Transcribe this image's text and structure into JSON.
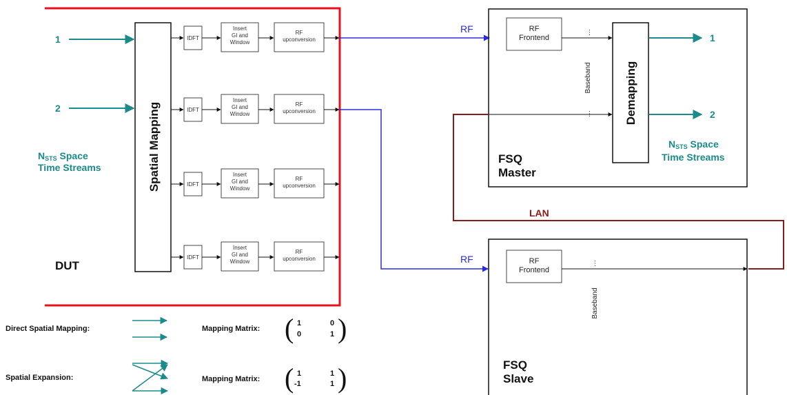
{
  "dut": {
    "label": "DUT",
    "spatial_mapping_label": "Spatial Mapping",
    "inputs": [
      "1",
      "2"
    ],
    "streams_label_line1": "N",
    "streams_label_sub": "STS",
    "streams_label_rest": " Space",
    "streams_label_line2": "Time Streams",
    "chains": [
      {
        "idft": "IDFT",
        "gi_line1": "Insert",
        "gi_line2": "GI and",
        "gi_line3": "Window",
        "rf_line1": "RF",
        "rf_line2": "upconversion"
      },
      {
        "idft": "IDFT",
        "gi_line1": "Insert",
        "gi_line2": "GI and",
        "gi_line3": "Window",
        "rf_line1": "RF",
        "rf_line2": "upconversion"
      },
      {
        "idft": "IDFT",
        "gi_line1": "Insert",
        "gi_line2": "GI and",
        "gi_line3": "Window",
        "rf_line1": "RF",
        "rf_line2": "upconversion"
      },
      {
        "idft": "IDFT",
        "gi_line1": "Insert",
        "gi_line2": "GI and",
        "gi_line3": "Window",
        "rf_line1": "RF",
        "rf_line2": "upconversion"
      }
    ]
  },
  "master": {
    "label_line1": "FSQ",
    "label_line2": "Master",
    "rf_label": "RF",
    "frontend_line1": "RF",
    "frontend_line2": "Frontend",
    "baseband": "Baseband",
    "demapping": "Demapping",
    "outputs": [
      "1",
      "2"
    ],
    "streams_label_line1": "N",
    "streams_label_sub": "STS",
    "streams_label_rest": " Space",
    "streams_label_line2": "Time Streams"
  },
  "slave": {
    "label_line1": "FSQ",
    "label_line2": "Slave",
    "rf_label": "RF",
    "frontend_line1": "RF",
    "frontend_line2": "Frontend",
    "baseband": "Baseband"
  },
  "lan_label": "LAN",
  "legend": {
    "direct_label": "Direct Spatial Mapping:",
    "expansion_label": "Spatial Expansion:",
    "matrix_label": "Mapping Matrix:",
    "direct_matrix": [
      [
        "1",
        "0"
      ],
      [
        "0",
        "1"
      ]
    ],
    "expansion_matrix": [
      [
        "1",
        "1"
      ],
      [
        "-1",
        "1"
      ]
    ]
  },
  "colors": {
    "dut_border": "#e8101a",
    "teal": "#1a8a8a",
    "rf_blue": "#2a2ae0",
    "lan": "#8b1a1a"
  }
}
